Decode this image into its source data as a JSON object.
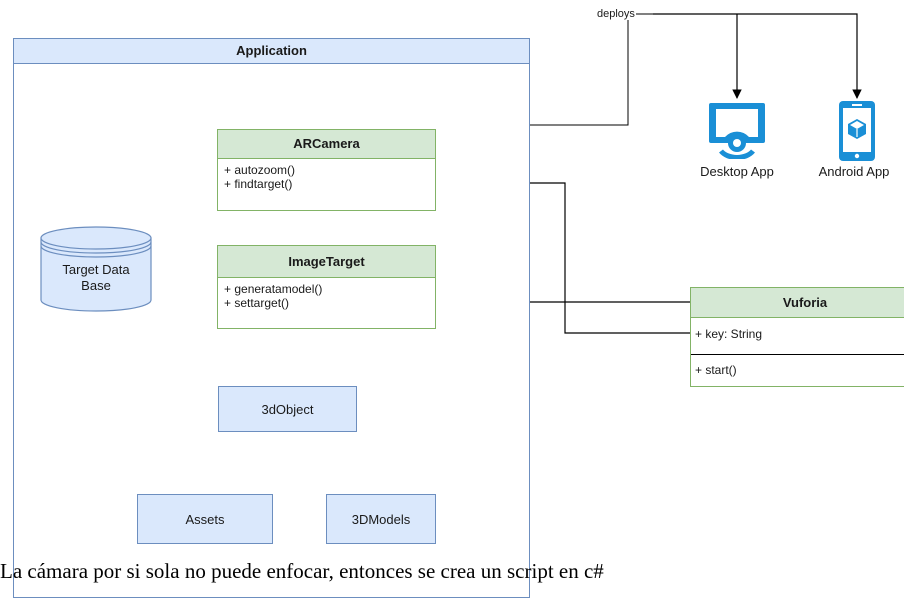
{
  "application": {
    "title": "Application"
  },
  "classes": {
    "arcamera": {
      "name": "ARCamera",
      "methods": [
        "+ autozoom()",
        "+ findtarget()"
      ]
    },
    "imagetarget": {
      "name": "ImageTarget",
      "methods": [
        "+ generatamodel()",
        "+ settarget()"
      ]
    },
    "vuforia": {
      "name": "Vuforia",
      "attribute": "+ key: String",
      "method": "+ start()"
    }
  },
  "database": {
    "label_line1": "Target Data",
    "label_line2": "Base"
  },
  "boxes": {
    "object3d": "3dObject",
    "assets": "Assets",
    "models3d": "3DModels"
  },
  "deploy": {
    "label": "deploys",
    "desktop": "Desktop App",
    "android": "Android App"
  },
  "caption": "La cámara por si sola no puede enfocar, entonces se crea un script en c#",
  "colors": {
    "blue_fill": "#dae8fc",
    "blue_stroke": "#6c8ebf",
    "green_fill": "#d5e8d4",
    "green_stroke": "#82b366",
    "app_icon": "#1a8fd6"
  }
}
